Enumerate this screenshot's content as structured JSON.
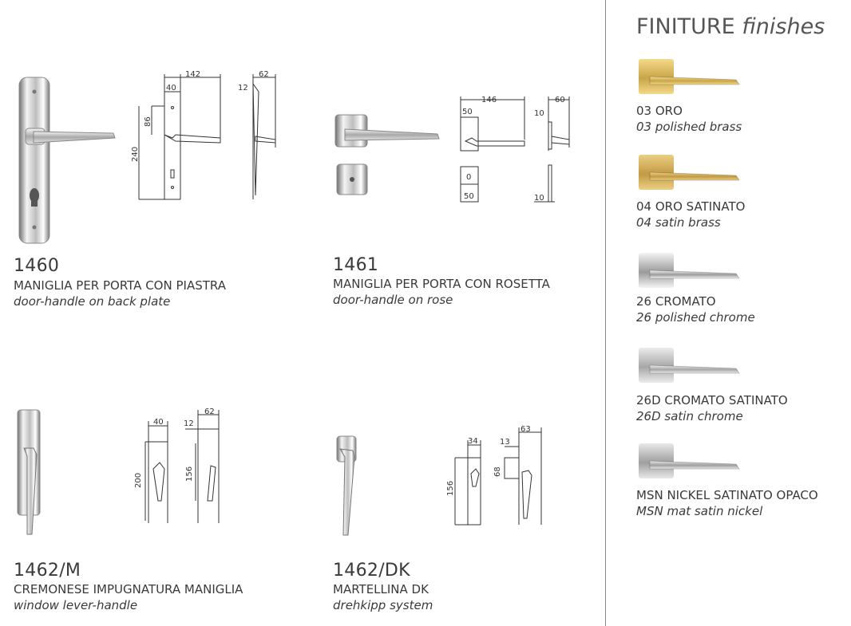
{
  "products": [
    {
      "code": "1460",
      "name_it": "MANIGLIA PER PORTA CON PIASTRA",
      "name_en": "door-handle on back plate",
      "dims": [
        "142",
        "40",
        "86",
        "240",
        "62",
        "12"
      ]
    },
    {
      "code": "1461",
      "name_it": "MANIGLIA PER PORTA CON ROSETTA",
      "name_en": "door-handle on rose",
      "dims": [
        "146",
        "50",
        "60",
        "10",
        "0",
        "50",
        "10"
      ]
    },
    {
      "code": "1462/M",
      "name_it": "CREMONESE IMPUGNATURA MANIGLIA",
      "name_en": "window lever-handle",
      "dims": [
        "40",
        "200",
        "62",
        "12",
        "156"
      ]
    },
    {
      "code": "1462/DK",
      "name_it": "MARTELLINA DK",
      "name_en": "drehkipp system",
      "dims": [
        "34",
        "156",
        "63",
        "13",
        "68"
      ]
    }
  ],
  "finishes": {
    "title_it": "FINITURE",
    "title_en": "finishes",
    "items": [
      {
        "name_it": "03 ORO",
        "name_en": "03 polished brass",
        "color_light": "#f3d98a",
        "color_dark": "#c9a548"
      },
      {
        "name_it": "04 ORO SATINATO",
        "name_en": "04 satin brass",
        "color_light": "#ebcf83",
        "color_dark": "#c39a45"
      },
      {
        "name_it": "26 CROMATO",
        "name_en": "26 polished chrome",
        "color_light": "#f4f4f4",
        "color_dark": "#9a9a9a"
      },
      {
        "name_it": "26D CROMATO SATINATO",
        "name_en": "26D satin chrome",
        "color_light": "#ececec",
        "color_dark": "#a6a6a6"
      },
      {
        "name_it": "MSN NICKEL SATINATO OPACO",
        "name_en": "MSN mat satin nickel",
        "color_light": "#e8e8e8",
        "color_dark": "#9f9f9f"
      }
    ]
  }
}
